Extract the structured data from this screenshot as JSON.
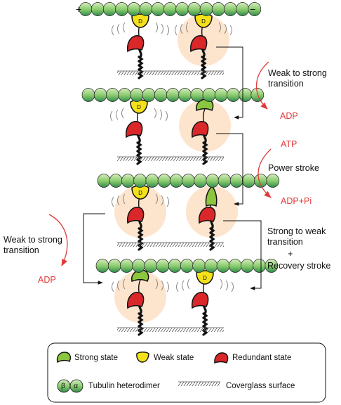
{
  "polarity": {
    "plus": "+",
    "minus": "−"
  },
  "head_d_label": "D",
  "steps": [
    {
      "text_lines": [
        "Weak to strong",
        "transition"
      ],
      "nucleotide": "ADP"
    },
    {
      "nucleotide_in": "ATP",
      "text": "Power stroke",
      "nucleotide_out": "ADP+Pi"
    },
    {
      "text_lines": [
        "Strong to weak",
        "transition"
      ],
      "plus_sign": "+",
      "text2": "Recovery stroke"
    },
    {
      "text_lines": [
        "Weak to strong",
        "transition"
      ],
      "nucleotide": "ADP"
    }
  ],
  "legend": {
    "strong": "Strong state",
    "weak": "Weak state",
    "redundant": "Redundant state",
    "beta": "β",
    "alpha": "α",
    "tubulin": "Tubulin heterodimer",
    "coverglass": "Coverglass surface"
  },
  "colors": {
    "tubulin": "#9fd27a",
    "tubulin_dark": "#2f8a4e",
    "strong": "#8cc63f",
    "weak": "#f4e11a",
    "redundant": "#d9272a",
    "halo": "#fde4cc",
    "red_text": "#e03a3a"
  }
}
